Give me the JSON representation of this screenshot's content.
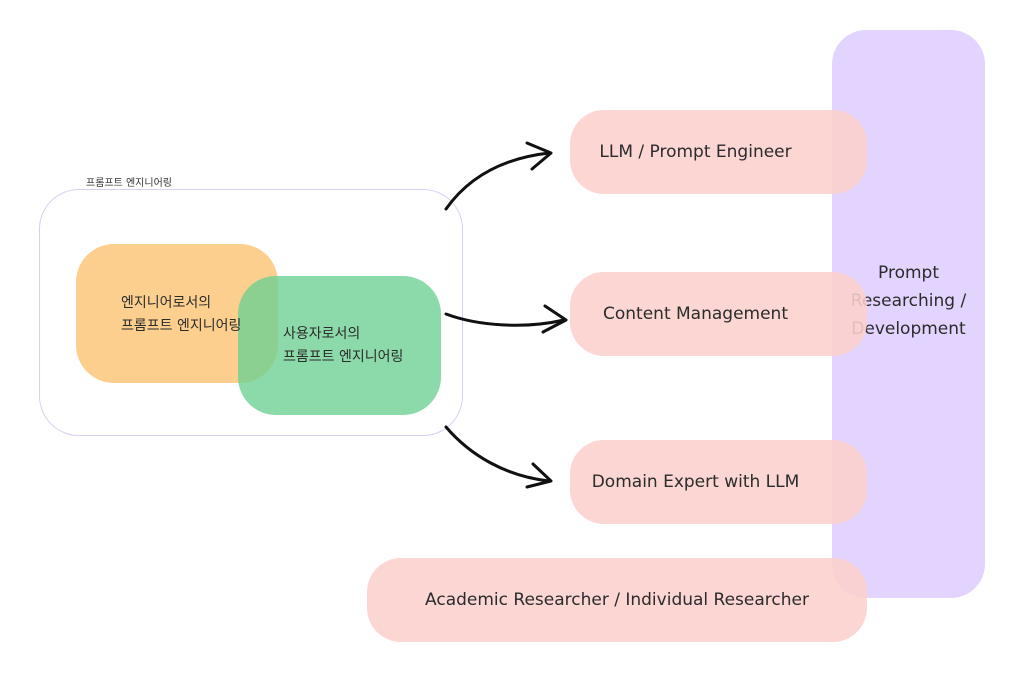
{
  "group": {
    "title": "프롬프트 엔지니어링"
  },
  "blobs": {
    "engineer": {
      "line1": "엔지니어로서의",
      "line2": "프롬프트 엔지니어링",
      "color": "#fdcf8f"
    },
    "user": {
      "line1": "사용자로서의",
      "line2": "프롬프트 엔지니어링",
      "color": "#6cd092"
    }
  },
  "roles": {
    "llm_engineer": "LLM / Prompt Engineer",
    "content_management": "Content Management",
    "domain_expert": "Domain Expert with LLM",
    "academic": "Academic Researcher / Individual Researcher",
    "color": "#fcd0cd"
  },
  "research_bar": {
    "line1": "Prompt",
    "line2": "Researching /",
    "line3": "Development",
    "color": "#d8c4ff"
  }
}
